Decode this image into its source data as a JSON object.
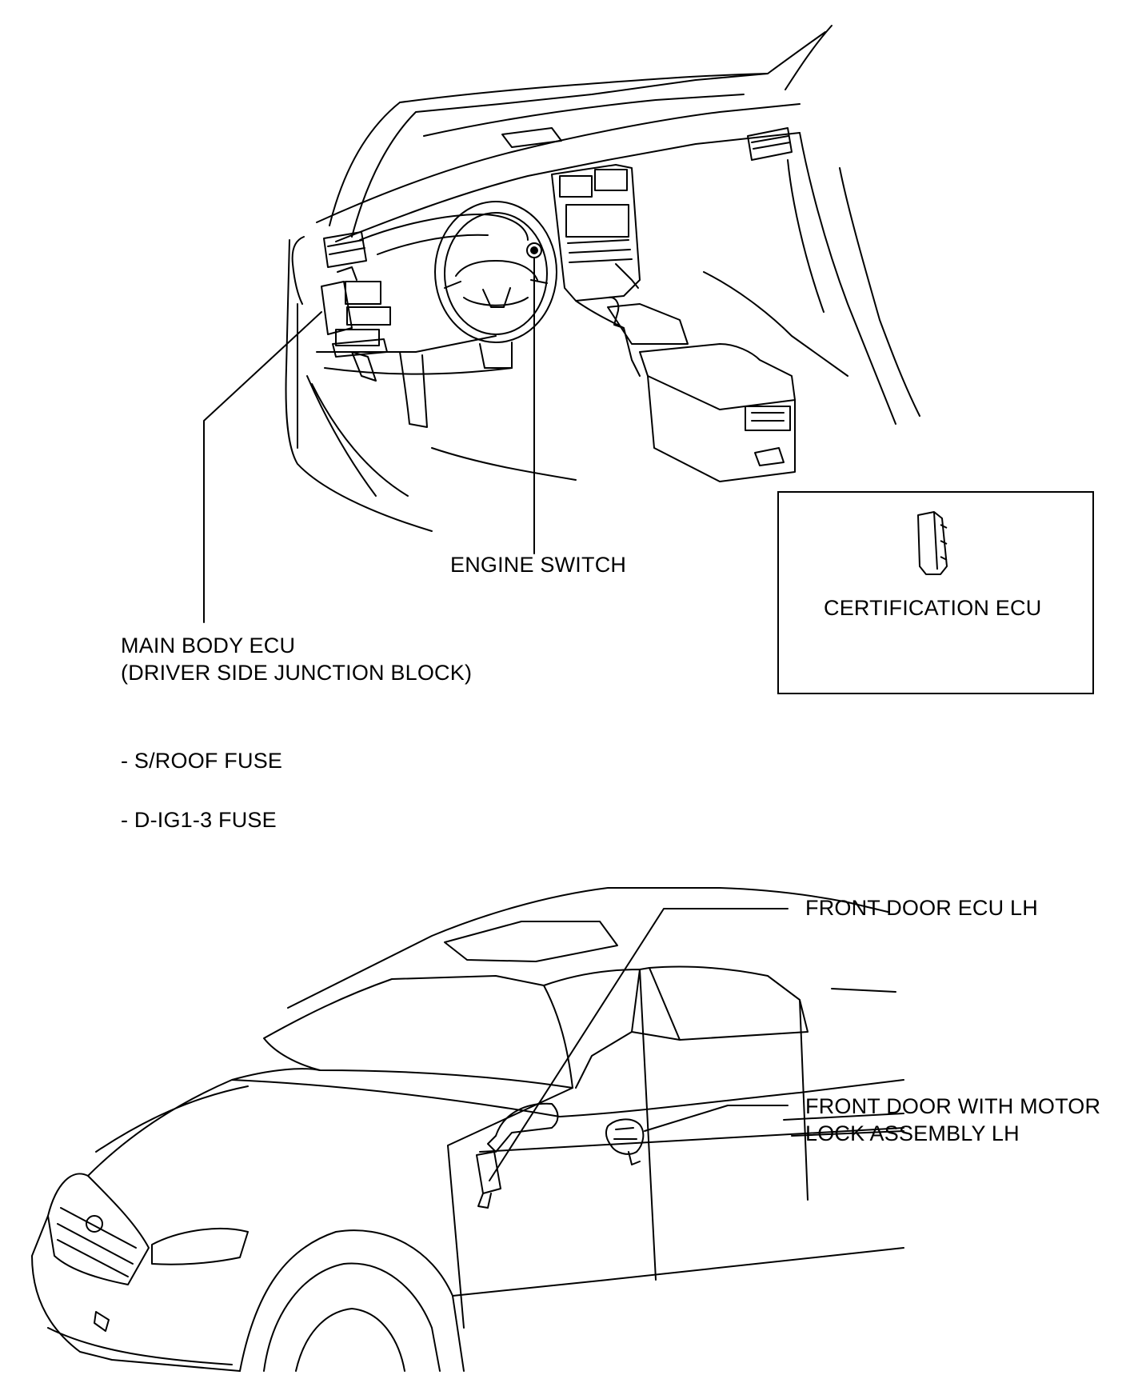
{
  "labels": {
    "engine_switch": "ENGINE SWITCH",
    "main_body_ecu_line1": "MAIN BODY ECU",
    "main_body_ecu_line2": "(DRIVER SIDE JUNCTION BLOCK)",
    "sroof_fuse": "- S/ROOF FUSE",
    "dig1_fuse": "- D-IG1-3 FUSE",
    "certification_ecu": "CERTIFICATION ECU",
    "front_door_ecu": "FRONT DOOR ECU LH",
    "door_lock_line1": "FRONT DOOR WITH MOTOR",
    "door_lock_line2": "LOCK ASSEMBLY LH"
  }
}
